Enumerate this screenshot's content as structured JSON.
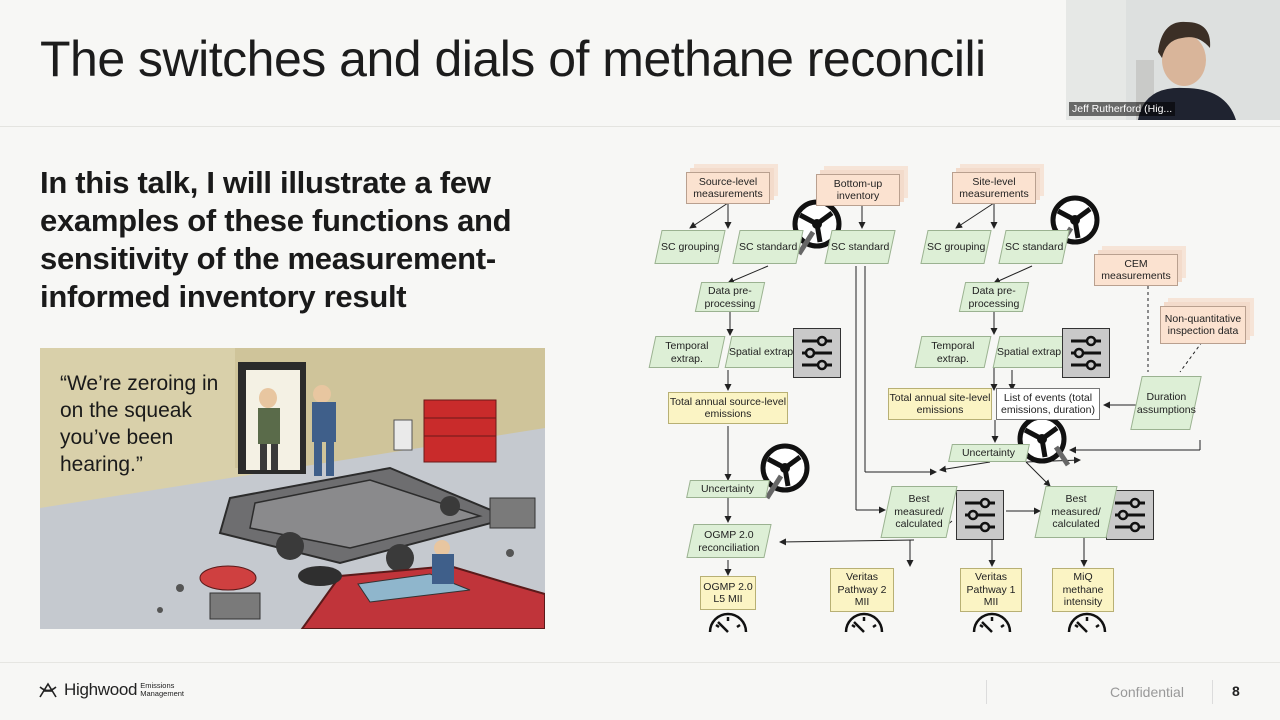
{
  "slide": {
    "title": "The switches and dials of methane reconcili",
    "body": "In this talk, I will illustrate a few examples of these functions and sensitivity of the measurement-informed inventory result"
  },
  "cartoon": {
    "quote": "“We’re zeroing in on the squeak you’ve been hearing.”"
  },
  "diagram": {
    "nodes": {
      "source_level": "Source-level measurements",
      "bottom_up": "Bottom-up inventory",
      "site_level": "Site-level measurements",
      "sc_grouping_1": "SC grouping",
      "sc_standard_1": "SC standard",
      "sc_standard_2": "SC standard",
      "sc_grouping_2": "SC grouping",
      "sc_standard_3": "SC standard",
      "cem": "CEM measurements",
      "preproc_1": "Data pre-processing",
      "preproc_2": "Data pre-processing",
      "non_quant": "Non-quantitative inspection data",
      "temporal_1": "Temporal extrap.",
      "spatial_1": "Spatial extrap.",
      "temporal_2": "Temporal extrap.",
      "spatial_2": "Spatial extrap.",
      "total_source": "Total annual source-level emissions",
      "total_site": "Total annual site-level emissions",
      "events": "List of events (total emissions, duration)",
      "duration": "Duration assumptions",
      "uncertainty_1": "Uncertainty",
      "uncertainty_2": "Uncertainty",
      "best_1": "Best measured/ calculated",
      "best_2": "Best measured/ calculated",
      "ogmp_recon": "OGMP 2.0 reconciliation",
      "out_ogmp": "OGMP 2.0 L5 MII",
      "out_veritas2": "Veritas Pathway 2 MII",
      "out_veritas1": "Veritas Pathway 1 MII",
      "out_miq": "MiQ methane intensity"
    }
  },
  "video": {
    "participant_name": "Jeff Rutherford (Hig..."
  },
  "footer": {
    "logo_name": "Highwood",
    "logo_sub_1": "Emissions",
    "logo_sub_2": "Management",
    "confidential": "Confidential",
    "page_number": "8"
  },
  "colors": {
    "peach": "#fbe2d0",
    "green": "#ddefd6",
    "yellow": "#fbf4c4",
    "slider_box": "#c9c9c9"
  }
}
